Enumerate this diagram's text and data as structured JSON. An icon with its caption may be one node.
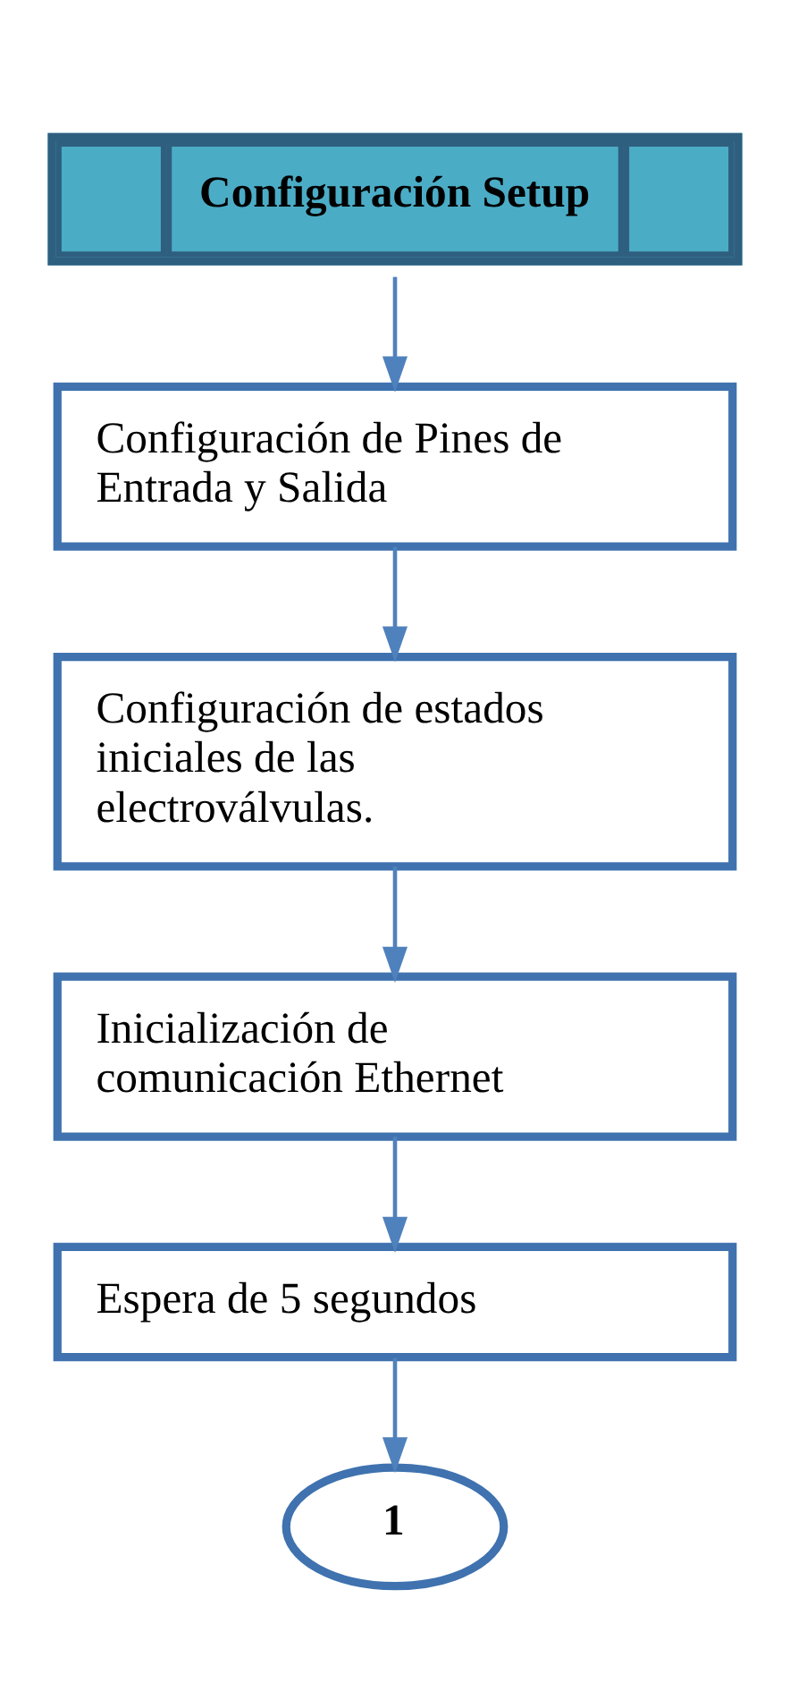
{
  "diagram": {
    "nodes": [
      {
        "text": [
          "Configuración Setup"
        ]
      },
      {
        "text": [
          "Configuración de Pines de Entrada y Salida"
        ]
      },
      {
        "text": [
          "Configuración de estados iniciales de las electroválvulas."
        ]
      },
      {
        "text": [
          "Inicialización de comunicación Ethernet"
        ]
      },
      {
        "text": [
          "Espera de 5 segundos"
        ]
      },
      {
        "text": [
          "1"
        ]
      }
    ],
    "edges": [
      {
        "from": 0,
        "to": 1,
        "arrow": "to"
      },
      {
        "from": 1,
        "to": 2,
        "arrow": "to"
      },
      {
        "from": 2,
        "to": 3,
        "arrow": "to"
      },
      {
        "from": 3,
        "to": 4,
        "arrow": "to"
      },
      {
        "from": 4,
        "to": 5,
        "arrow": "to"
      }
    ]
  }
}
